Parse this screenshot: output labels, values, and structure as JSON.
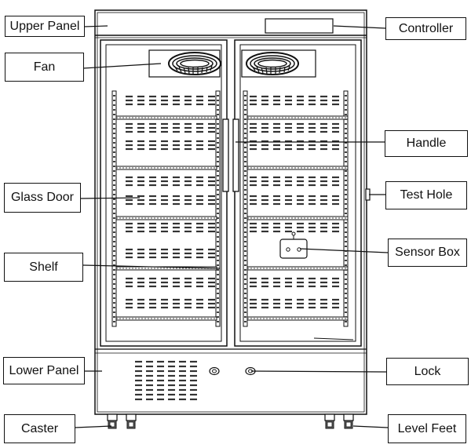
{
  "labels": {
    "upper_panel": "Upper Panel",
    "controller": "Controller",
    "fan": "Fan",
    "handle": "Handle",
    "glass_door": "Glass Door",
    "test_hole": "Test Hole",
    "shelf": "Shelf",
    "sensor_box": "Sensor Box",
    "lower_panel": "Lower Panel",
    "lock": "Lock",
    "caster": "Caster",
    "level_feet": "Level Feet"
  },
  "colors": {
    "line": "#111111",
    "background": "#ffffff",
    "vent": "#333333"
  }
}
